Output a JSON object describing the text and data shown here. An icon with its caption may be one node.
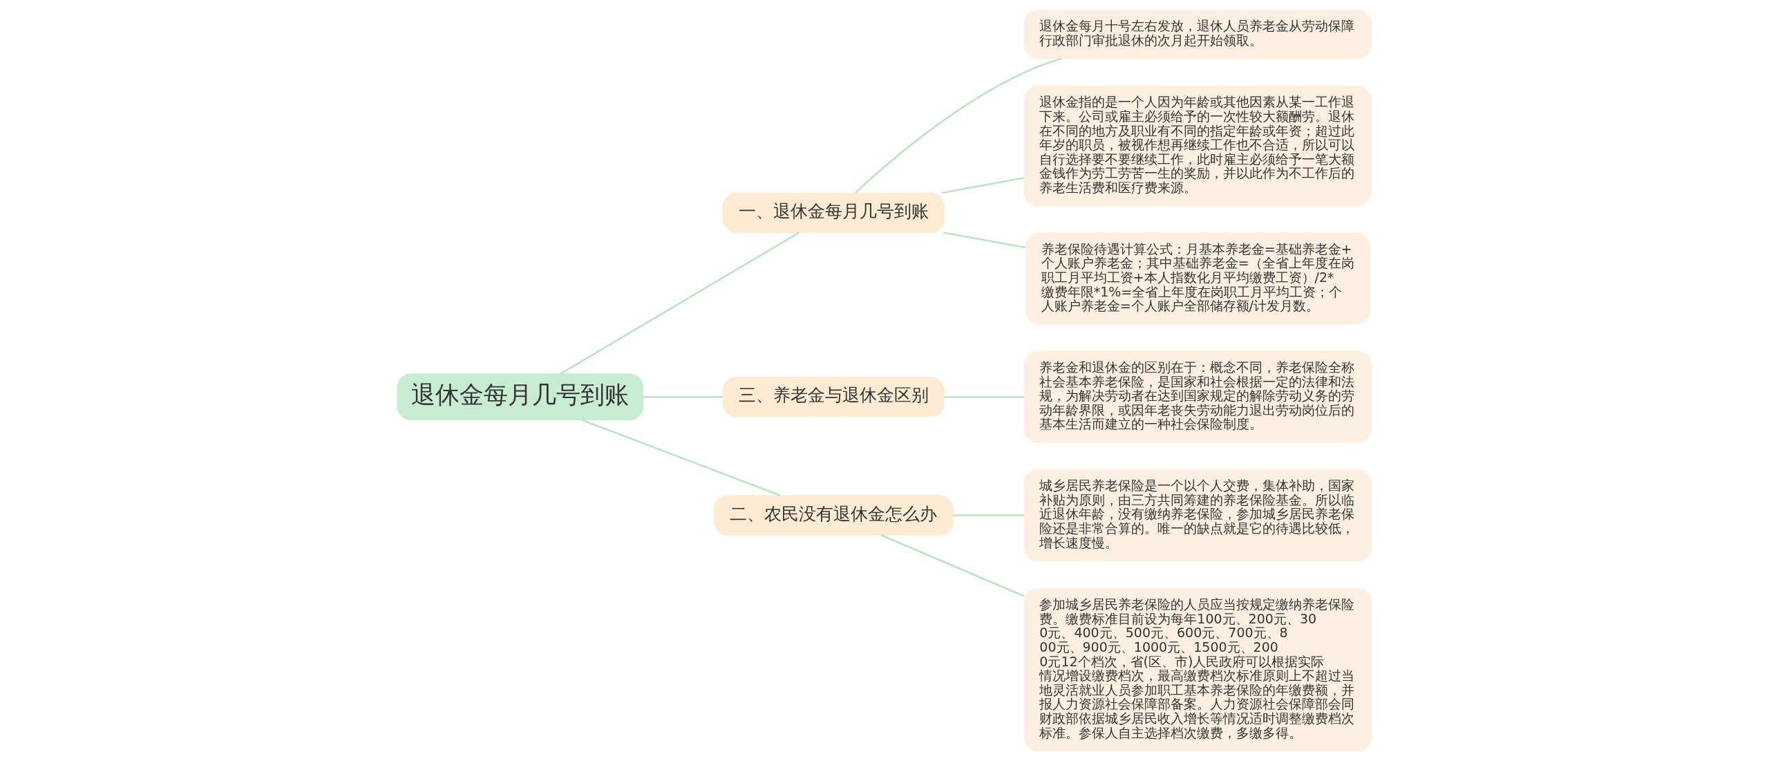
{
  "diagram": {
    "nodes": [
      {
        "text": [
          "退休金每月几号到账"
        ]
      },
      {
        "text": [
          "一、退休金每月几号到账"
        ]
      },
      {
        "text": [
          "退休金每月十号左右发放，退休人员养老金从劳动保障行政部门审批退休的次月起开始领取。"
        ]
      },
      {
        "text": [
          "退休金指的是一个人因为年龄或其他因素从某一工作退下来。公司或雇主必须给予的一次性较大额酬劳。退休在不同的地方及职业有不同的指定年龄或年资；超过此年岁的职员，被视作想再继续工作也不合适，所以可以自行选择要不要继续工作，此时雇主必须给予一笔大额金钱作为劳工劳苦一生的奖励，并以此作为不工作后的养老生活费和医疗费来源。"
        ]
      },
      {
        "text": [
          "养老保险待遇计算公式：月基本养老金=基础养老金+个人账户养老金；其中基础养老金=（全省上年度在岗职工月平均工资+本人指数化月平均缴费工资）/2*缴费年限*1%=全省上年度在岗职工月平均工资；个人账户养老金=个人账户全部储存额/计发月数。"
        ]
      },
      {
        "text": [
          "三、养老金与退休金区别"
        ]
      },
      {
        "text": [
          "养老金和退休金的区别在于：概念不同，养老保险全称社会基本养老保险，是国家和社会根据一定的法律和法规，为解决劳动者在达到国家规定的解除劳动义务的劳动年龄界限，或因年老丧失劳动能力退出劳动岗位后的基本生活而建立的一种社会保险制度。"
        ]
      },
      {
        "text": [
          "二、农民没有退休金怎么办"
        ]
      },
      {
        "text": [
          "城乡居民养老保险是一个以个人交费，集体补助，国家补贴为原则，由三方共同筹建的养老保险基金。所以临近退休年龄，没有缴纳养老保险，参加城乡居民养老保险还是非常合算的。唯一的缺点就是它的待遇比较低，增长速度慢。"
        ]
      },
      {
        "text": [
          "参加城乡居民养老保险的人员应当按规定缴纳养老保险费。缴费标准目前设为每年100元、200元、300元、400元、500元、600元、700元、800元、900元、1000元、1500元、2000元12个档次，省(区、市)人民政府可以根据实际情况增设缴费档次，最高缴费档次标准原则上不超过当地灵活就业人员参加职工基本养老保险的年缴费额，并报人力资源社会保障部备案。人力资源社会保障部会同财政部依据城乡居民收入增长等情况适时调整缴费档次标准。参保人自主选择档次缴费，多缴多得。"
        ]
      }
    ],
    "edges": [
      {
        "from": 0,
        "to": 1,
        "arrow": "none"
      },
      {
        "from": 1,
        "to": 2,
        "arrow": "none"
      },
      {
        "from": 1,
        "to": 3,
        "arrow": "none"
      },
      {
        "from": 1,
        "to": 4,
        "arrow": "none"
      },
      {
        "from": 0,
        "to": 5,
        "arrow": "none"
      },
      {
        "from": 5,
        "to": 6,
        "arrow": "none"
      },
      {
        "from": 0,
        "to": 7,
        "arrow": "none"
      },
      {
        "from": 7,
        "to": 8,
        "arrow": "none"
      },
      {
        "from": 7,
        "to": 9,
        "arrow": "none"
      }
    ]
  }
}
